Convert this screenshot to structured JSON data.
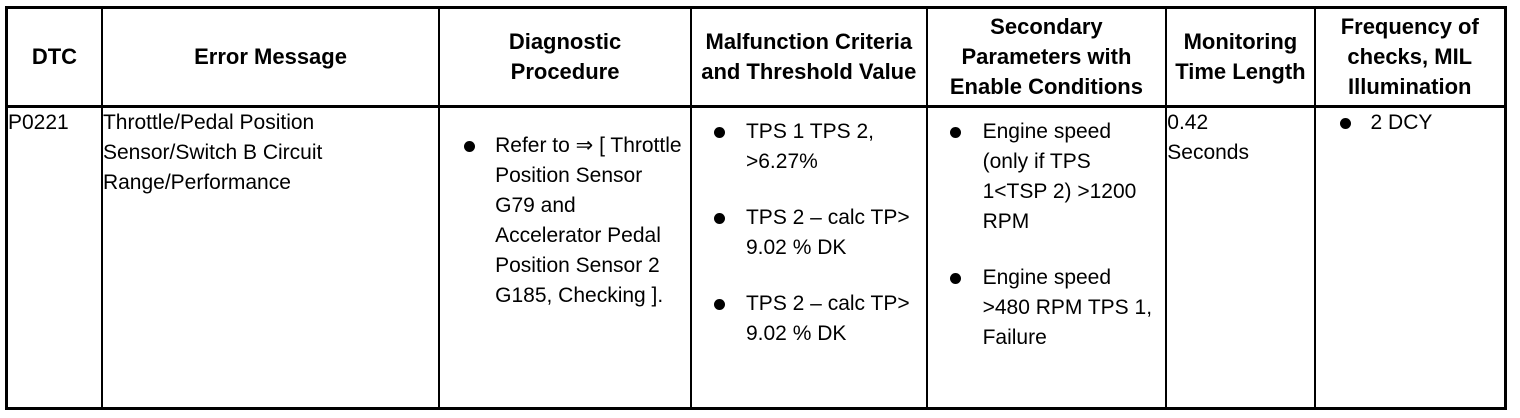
{
  "table": {
    "headers": {
      "dtc": "DTC",
      "error_message": "Error Message",
      "diagnostic_procedure": "Diagnostic Procedure",
      "malfunction_criteria": "Malfunction Criteria and Threshold Value",
      "secondary_parameters": "Secondary Parameters with Enable Conditions",
      "monitoring_time": "Monitoring Time Length",
      "frequency": "Frequency of checks, MIL Illumination"
    },
    "row": {
      "dtc": "P0221",
      "error_message": "Throttle/Pedal Position Sensor/Switch B Circuit Range/Performance",
      "diagnostic_procedure": [
        "Refer to ⇒ [ Throttle Position Sensor G79 and Accelerator Pedal Position Sensor 2 G185, Checking ]."
      ],
      "malfunction_criteria": [
        "TPS 1 TPS 2, >6.27%",
        "TPS 2 – calc TP> 9.02 % DK",
        "TPS 2 – calc TP> 9.02 % DK"
      ],
      "secondary_parameters": [
        "Engine speed (only if TPS 1<TSP 2) >1200 RPM",
        "Engine speed >480 RPM TPS 1, Failure"
      ],
      "monitoring_time": "0.42 Seconds",
      "frequency": [
        "2 DCY"
      ]
    }
  }
}
